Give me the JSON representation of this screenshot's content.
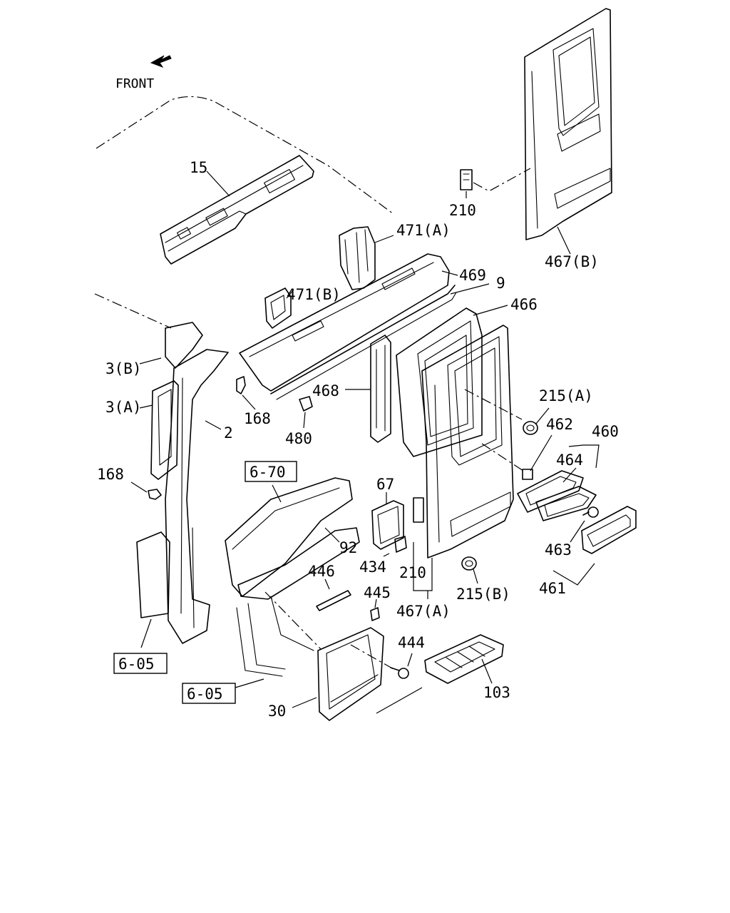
{
  "direction_label": "FRONT",
  "callouts": {
    "p15": "15",
    "p471a": "471(A)",
    "p469": "469",
    "p471b": "471(B)",
    "p9": "9",
    "p466": "466",
    "p210_top": "210",
    "p467b": "467(B)",
    "p3b": "3(B)",
    "p3a": "3(A)",
    "p2": "2",
    "p168_mid": "168",
    "p480": "480",
    "p468": "468",
    "p168_left": "168",
    "p215a": "215(A)",
    "p462": "462",
    "p460": "460",
    "p464": "464",
    "p67": "67",
    "p92": "92",
    "p434": "434",
    "p210_bottom": "210",
    "p446": "446",
    "p445": "445",
    "p463": "463",
    "p215b": "215(B)",
    "p467a": "467(A)",
    "p461": "461",
    "p444": "444",
    "p103": "103",
    "p30": "30"
  },
  "reference_boxes": {
    "ref_670": "6-70",
    "ref_605_left": "6-05",
    "ref_605_bottom": "6-05"
  }
}
